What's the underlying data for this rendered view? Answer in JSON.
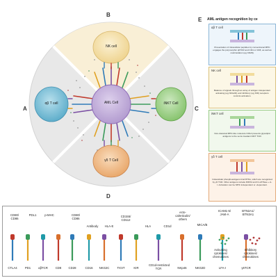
{
  "panels": {
    "a": "A",
    "b": "B",
    "c": "C",
    "d": "D",
    "e": "E"
  },
  "cells": {
    "center": "AML Cell",
    "top": "NK cell",
    "left": "αβ T cell",
    "right": "iNKT Cell",
    "bottom": "γδ T Cell"
  },
  "side_panel": {
    "title": "AML antigen recognition by ce",
    "boxes": [
      {
        "title": "αβ T cell",
        "text": "Presentation of intracellular peptides by conventional MHC engages the polymorphic αβTCR and CD4 or CD8, as well as costimulation (eg CD28)."
      },
      {
        "title": "NK cell",
        "text": "Balance of signals through an array of antigen independent activating (eg NKG2D) and inhibitory (eg KIR) receptors controls activation."
      },
      {
        "title": "iNKT cell",
        "text": "Non-classical MHC-like molecule CD1d presents glycolipid antigens to the semi-invariant iNKT TCR."
      },
      {
        "title": "γδ T cell",
        "text": "Intracellular phosphoantigens bind BTNs, which are recognized by γ6 TCR. Other antigens include MSH2 and F1-ATPase + A-I. Activation can be MHC independent or -dependent."
      }
    ]
  },
  "legend": {
    "top_labels": [
      {
        "id": "cd80-cd86-a",
        "text": "CD80/\nCD86"
      },
      {
        "id": "pdl1",
        "text": "PDL1"
      },
      {
        "id": "pmhc",
        "text": "p-MHC"
      },
      {
        "id": "cd80-cd86-b",
        "text": "CD80/\nCD86"
      },
      {
        "id": "antibody",
        "text": "Antibody"
      },
      {
        "id": "hla-e",
        "text": "HLA-E"
      },
      {
        "id": "cd155",
        "text": "CD155/\nCD112"
      },
      {
        "id": "hla",
        "text": "HLA"
      },
      {
        "id": "cd1d",
        "text": "CD1d"
      },
      {
        "id": "ecto",
        "text": "ecto-\ncalreticulin/\nothers"
      },
      {
        "id": "mica",
        "text": "MICA/B"
      },
      {
        "id": "icam",
        "text": "ICAM1-5/\nJAM-A"
      },
      {
        "id": "btn",
        "text": "BTN2A1/\nBTN3A1"
      }
    ],
    "bottom_labels": [
      {
        "id": "ctla4",
        "text": "CTLA4"
      },
      {
        "id": "pd1",
        "text": "PD1"
      },
      {
        "id": "abtcr",
        "text": "αβTCR"
      },
      {
        "id": "cd8",
        "text": "CD8"
      },
      {
        "id": "cd28",
        "text": "CD28"
      },
      {
        "id": "cd16",
        "text": "CD16"
      },
      {
        "id": "nkg2c",
        "text": "NKG2C"
      },
      {
        "id": "tigit",
        "text": "TIGIT"
      },
      {
        "id": "kir",
        "text": "KIR"
      },
      {
        "id": "cd1d-tcr",
        "text": "CD1d-restricted\nTCR"
      },
      {
        "id": "nkp46",
        "text": "NKp46"
      },
      {
        "id": "nkg2d",
        "text": "NKG2D"
      },
      {
        "id": "lfa1",
        "text": "LFA-I"
      },
      {
        "id": "gdtcr",
        "text": "γ6TCR"
      }
    ],
    "activating": "Activating\ncytokines/\nchemokines",
    "inhibitory": "Inhibitory\ncytokines/\nchemokines"
  },
  "colors": {
    "circle_bg": "#e7e7e7",
    "top_quadrant": "#f8eed4",
    "center_cell": "#c9b5dd",
    "left_cell": "#84c3d8",
    "right_cell": "#a9d69a",
    "bottom_cell": "#f2c69a",
    "activating": "#4aa36a",
    "inhibitory": "#b23a3a"
  }
}
